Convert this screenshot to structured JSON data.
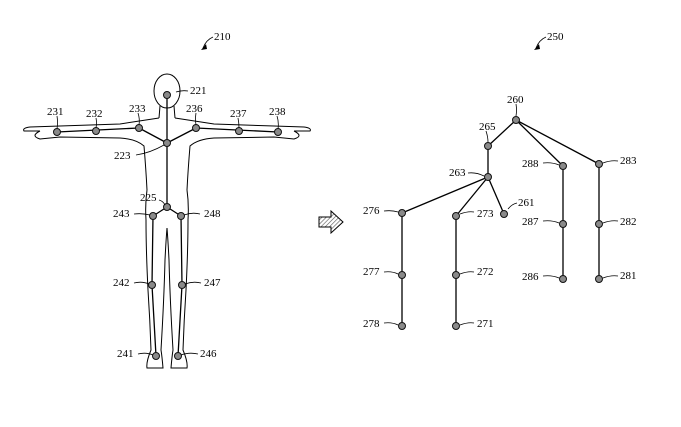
{
  "figure": {
    "left_ref": "210",
    "right_ref": "250"
  },
  "human_labels": {
    "head": "221",
    "neck": "223",
    "hip": "225",
    "hand_right": "231",
    "elbow_right": "232",
    "shoulder_right": "233",
    "shoulder_left": "236",
    "elbow_left": "237",
    "hand_left": "238",
    "ankle_right": "241",
    "knee_right": "242",
    "hip_right": "243",
    "ankle_left": "246",
    "knee_left": "247",
    "hip_left": "248"
  },
  "tree_labels": {
    "root": "260",
    "n261": "261",
    "n263": "263",
    "n265": "265",
    "n271": "271",
    "n272": "272",
    "n273": "273",
    "n276": "276",
    "n277": "277",
    "n278": "278",
    "n281": "281",
    "n282": "282",
    "n283": "283",
    "n286": "286",
    "n287": "287",
    "n288": "288"
  }
}
